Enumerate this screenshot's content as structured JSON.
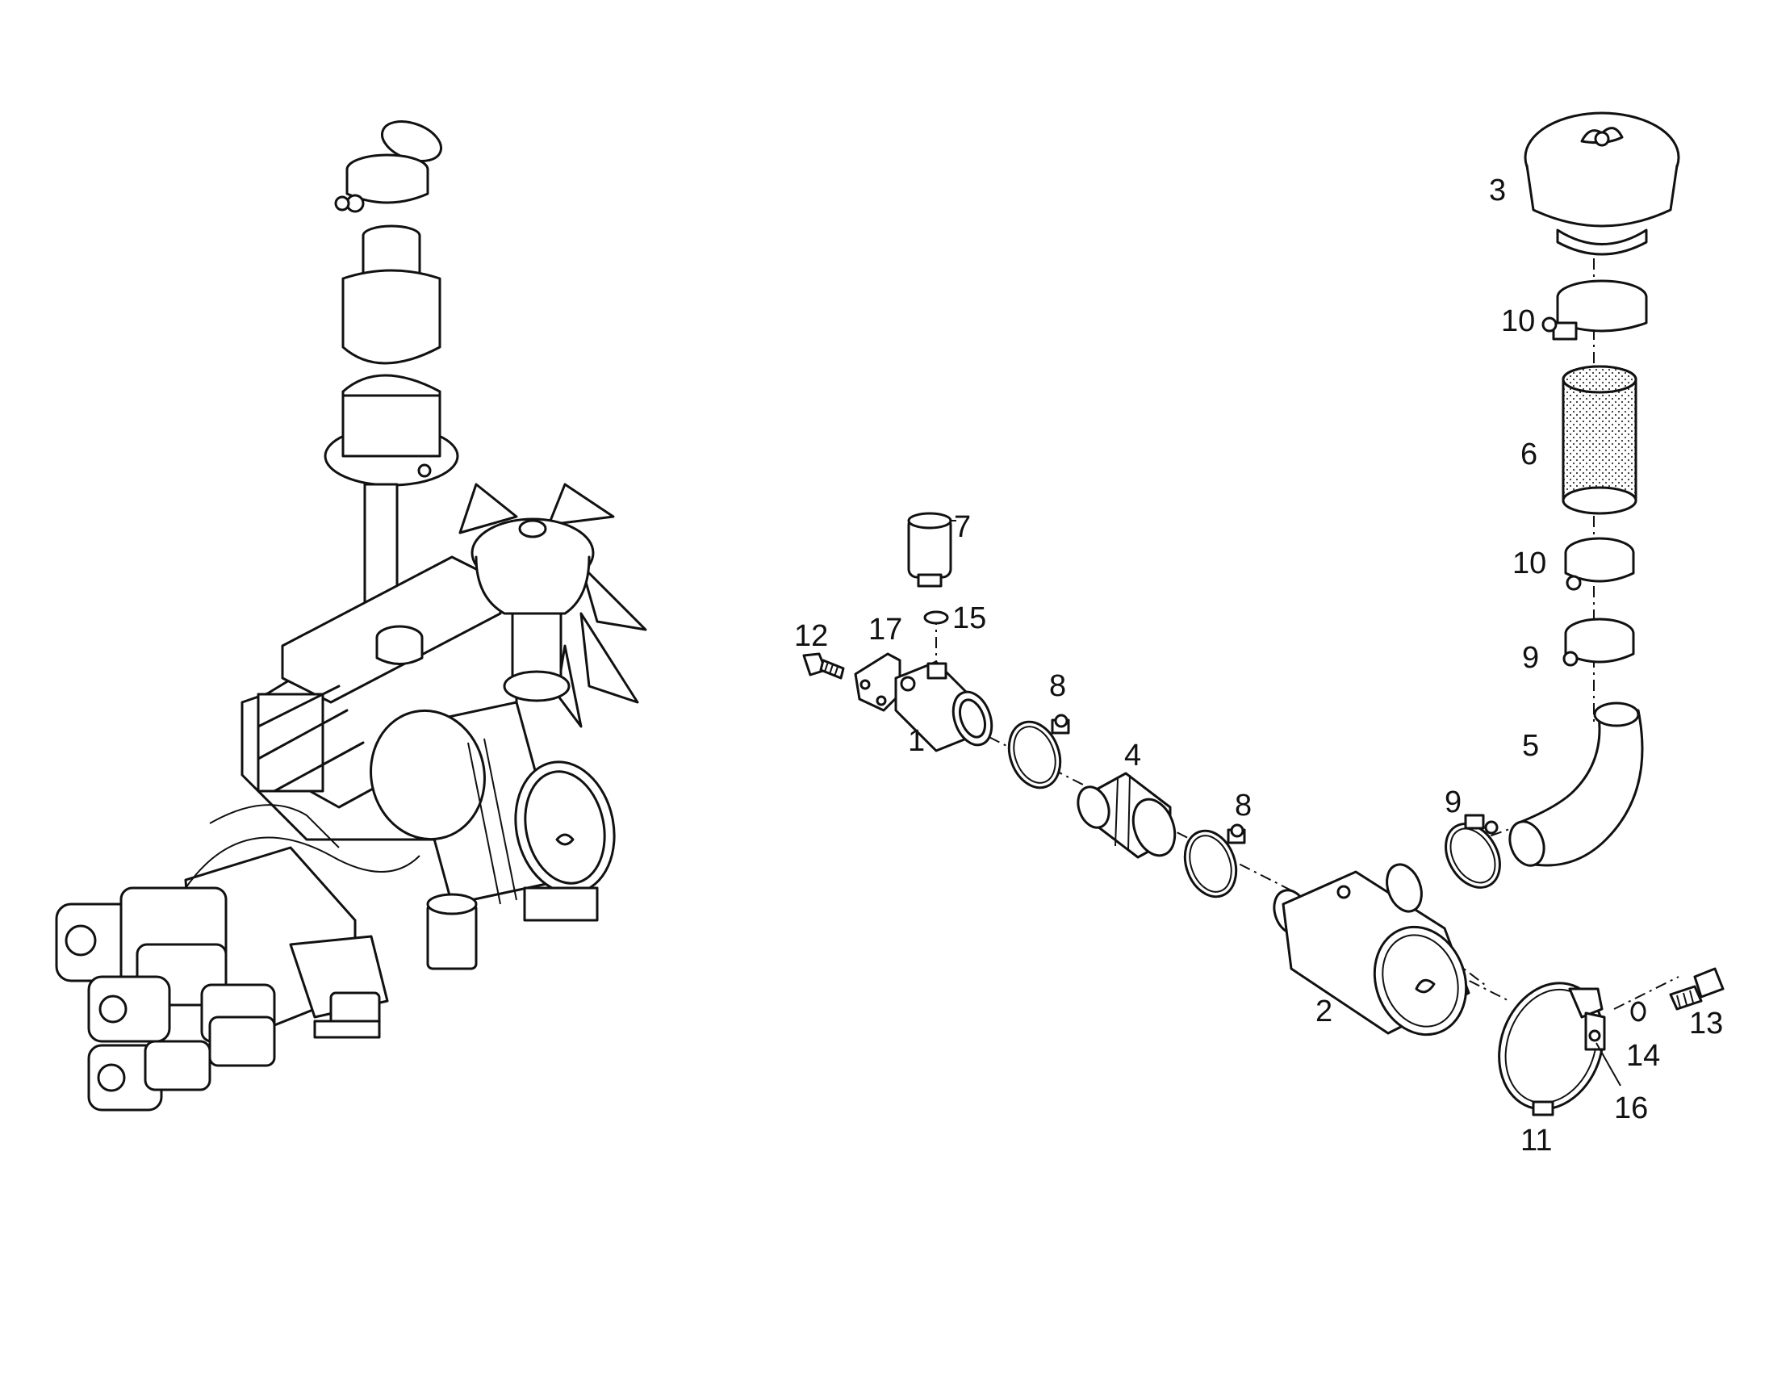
{
  "parts": [
    {
      "id": "p1",
      "label": "1"
    },
    {
      "id": "p2",
      "label": "2"
    },
    {
      "id": "p3",
      "label": "3"
    },
    {
      "id": "p4",
      "label": "4"
    },
    {
      "id": "p5",
      "label": "5"
    },
    {
      "id": "p6",
      "label": "6"
    },
    {
      "id": "p7",
      "label": "7"
    },
    {
      "id": "p8a",
      "label": "8"
    },
    {
      "id": "p8b",
      "label": "8"
    },
    {
      "id": "p9a",
      "label": "9"
    },
    {
      "id": "p9b",
      "label": "9"
    },
    {
      "id": "p10a",
      "label": "10"
    },
    {
      "id": "p10b",
      "label": "10"
    },
    {
      "id": "p11",
      "label": "11"
    },
    {
      "id": "p12",
      "label": "12"
    },
    {
      "id": "p13",
      "label": "13"
    },
    {
      "id": "p14",
      "label": "14"
    },
    {
      "id": "p15",
      "label": "15"
    },
    {
      "id": "p16",
      "label": "16"
    },
    {
      "id": "p17",
      "label": "17"
    }
  ]
}
